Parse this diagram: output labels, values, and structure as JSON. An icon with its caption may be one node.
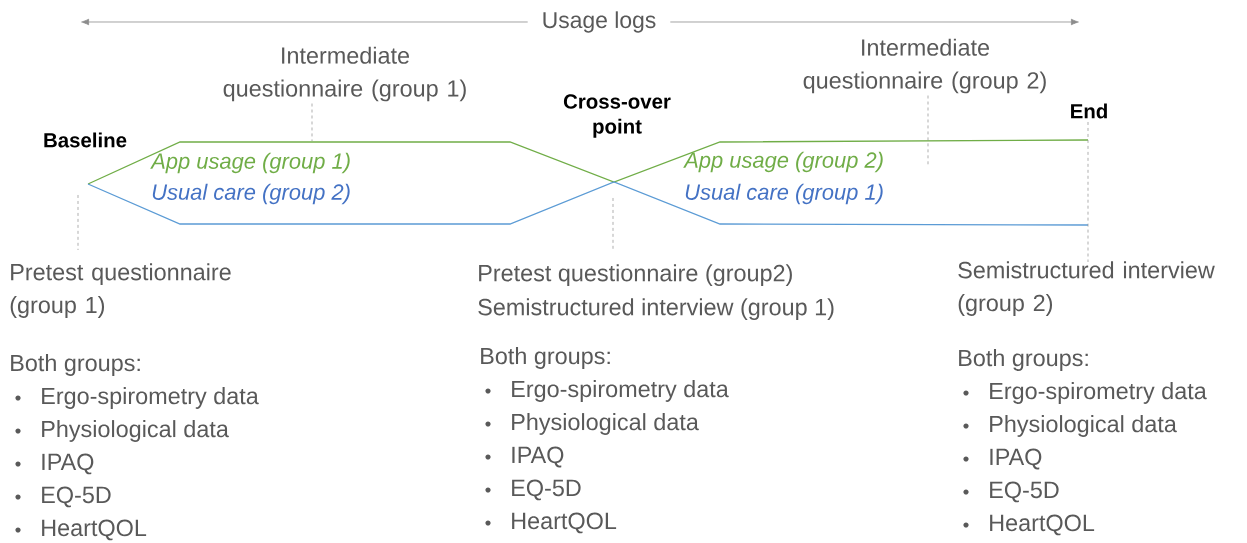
{
  "diagram": {
    "nodes": [
      {
        "text": [
          "Intermediate questionnaire (group 1)"
        ]
      },
      {
        "text": [
          "Intermediate questionnaire (group 2)"
        ]
      }
    ],
    "edges": [
      {
        "from": 0,
        "to": null,
        "arrow": "none",
        "style": "dashed"
      },
      {
        "from": 1,
        "to": null,
        "arrow": "none",
        "style": "dashed"
      }
    ],
    "labels": [
      "Usage logs",
      "Baseline",
      "Cross-over point",
      "End",
      "App usage (group 1)",
      "Usual care (group 2)",
      "App usage (group 2)",
      "Usual care (group 1)",
      "Pretest questionnaire (group 1)",
      "Pretest questionnaire (group2)",
      "Semistructured interview (group 1)",
      "Semistructured interview (group 2)",
      "Both groups:",
      "Ergo-spirometry data",
      "Physiological data",
      "IPAQ",
      "EQ-5D",
      "HeartQOL",
      "Both groups:",
      "Ergo-spirometry data",
      "Physiological data",
      "IPAQ",
      "EQ-5D",
      "HeartQOL",
      "Both groups:",
      "Ergo-spirometry data",
      "Physiological data",
      "IPAQ",
      "EQ-5D",
      "HeartQOL"
    ]
  }
}
